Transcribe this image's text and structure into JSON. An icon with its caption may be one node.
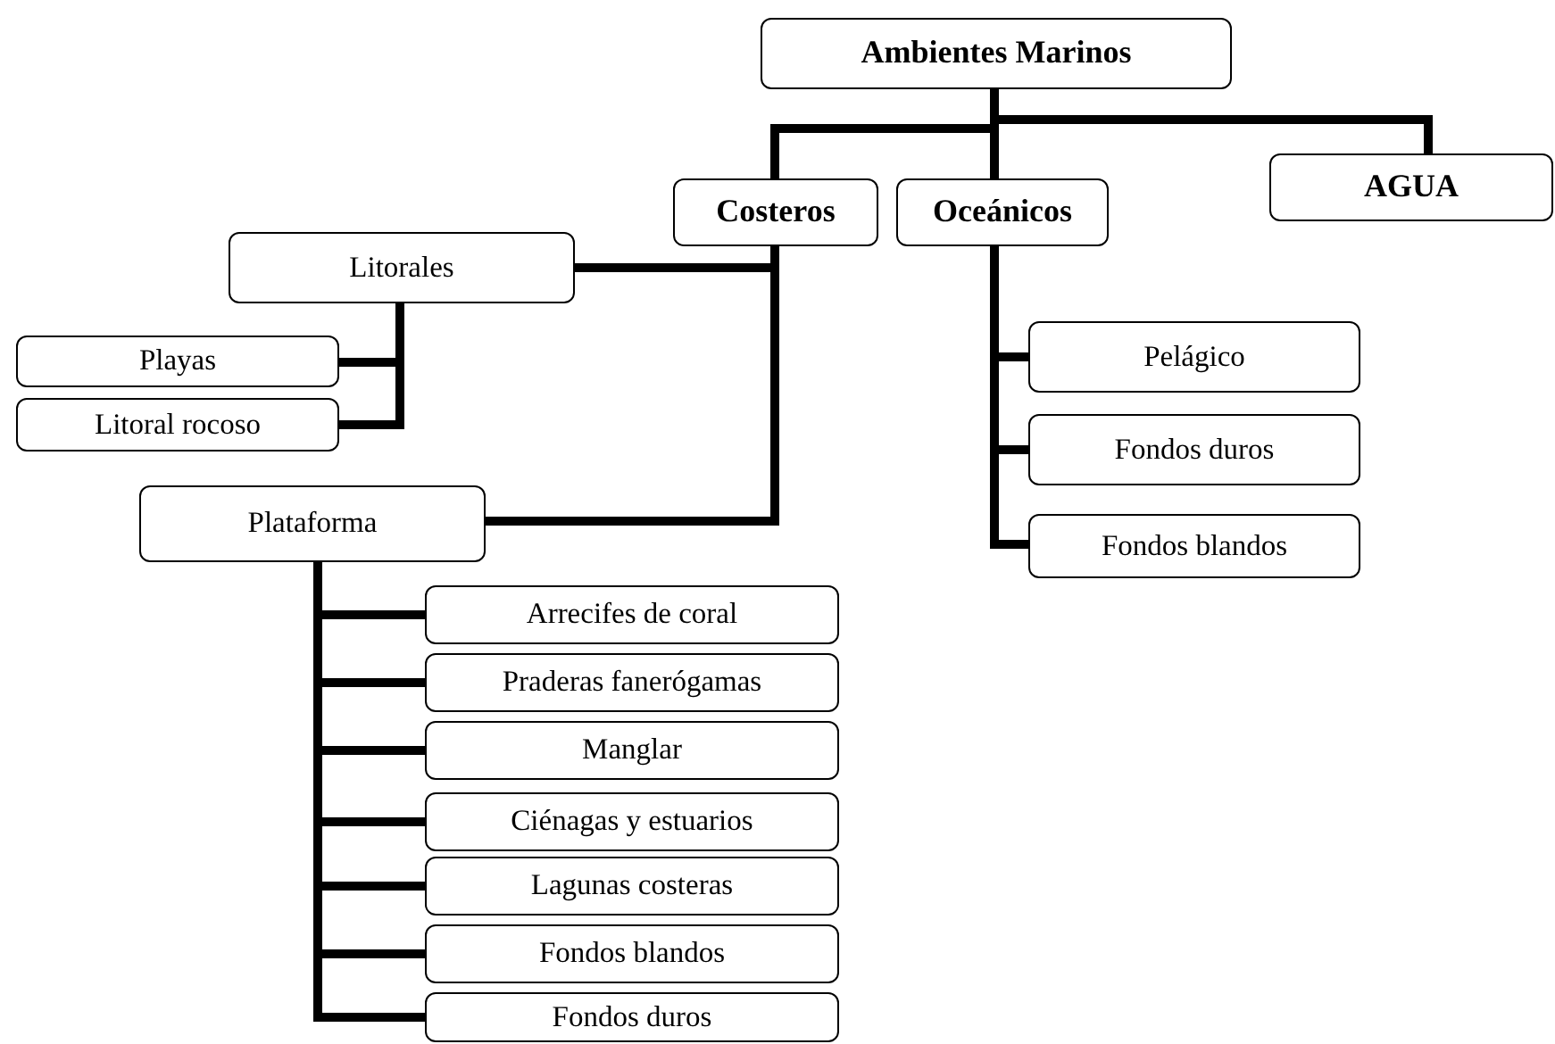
{
  "diagram": {
    "nodes": [
      {
        "text": [
          "Ambientes Marinos"
        ]
      },
      {
        "text": [
          "Costeros"
        ]
      },
      {
        "text": [
          "Oceánicos"
        ]
      },
      {
        "text": [
          "AGUA"
        ]
      },
      {
        "text": [
          "Litorales"
        ]
      },
      {
        "text": [
          "Playas"
        ]
      },
      {
        "text": [
          "Litoral rocoso"
        ]
      },
      {
        "text": [
          "Plataforma"
        ]
      },
      {
        "text": [
          "Pelágico"
        ]
      },
      {
        "text": [
          "Fondos duros"
        ]
      },
      {
        "text": [
          "Fondos blandos"
        ]
      },
      {
        "text": [
          "Arrecifes de coral"
        ]
      },
      {
        "text": [
          "Praderas fanerógamas"
        ]
      },
      {
        "text": [
          "Manglar"
        ]
      },
      {
        "text": [
          "Ciénagas y estuarios"
        ]
      },
      {
        "text": [
          "Lagunas costeras"
        ]
      },
      {
        "text": [
          "Fondos blandos"
        ]
      },
      {
        "text": [
          "Fondos duros"
        ]
      }
    ],
    "edges": [
      {
        "from": 0,
        "to": 1,
        "arrow": "none"
      },
      {
        "from": 0,
        "to": 2,
        "arrow": "none"
      },
      {
        "from": 0,
        "to": 3,
        "arrow": "none"
      },
      {
        "from": 1,
        "to": 4,
        "arrow": "none"
      },
      {
        "from": 1,
        "to": 7,
        "arrow": "none"
      },
      {
        "from": 4,
        "to": 5,
        "arrow": "none"
      },
      {
        "from": 4,
        "to": 6,
        "arrow": "none"
      },
      {
        "from": 2,
        "to": 8,
        "arrow": "none"
      },
      {
        "from": 2,
        "to": 9,
        "arrow": "none"
      },
      {
        "from": 2,
        "to": 10,
        "arrow": "none"
      },
      {
        "from": 7,
        "to": 11,
        "arrow": "none"
      },
      {
        "from": 7,
        "to": 12,
        "arrow": "none"
      },
      {
        "from": 7,
        "to": 13,
        "arrow": "none"
      },
      {
        "from": 7,
        "to": 14,
        "arrow": "none"
      },
      {
        "from": 7,
        "to": 15,
        "arrow": "none"
      },
      {
        "from": 7,
        "to": 16,
        "arrow": "none"
      },
      {
        "from": 7,
        "to": 17,
        "arrow": "none"
      }
    ]
  }
}
